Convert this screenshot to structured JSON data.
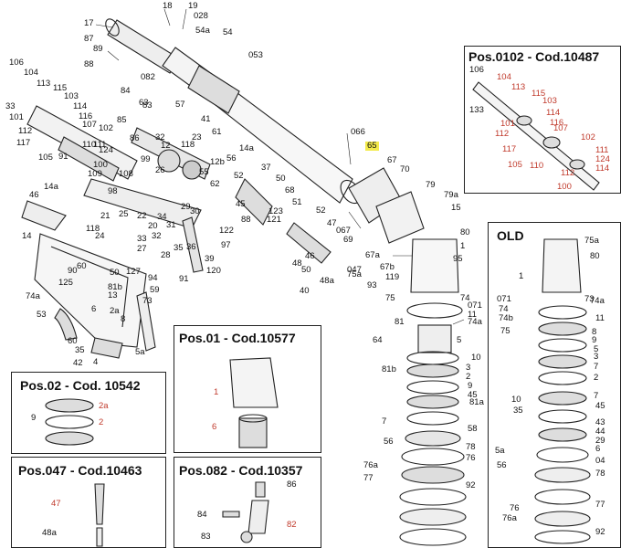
{
  "boxes": {
    "pos0102": {
      "title": "Pos.0102 - Cod.10487"
    },
    "old": {
      "title": "OLD"
    },
    "pos01": {
      "title": "Pos.01 - Cod.10577"
    },
    "pos02": {
      "title": "Pos.02 - Cod. 10542"
    },
    "pos047": {
      "title": "Pos.047 - Cod.10463"
    },
    "pos082": {
      "title": "Pos.082 - Cod.10357"
    }
  },
  "labels": {
    "main": [
      "18",
      "19",
      "028",
      "17",
      "54a",
      "54",
      "87",
      "053",
      "89",
      "88",
      "106",
      "104",
      "113",
      "115",
      "103",
      "33",
      "101",
      "114",
      "116",
      "107",
      "102",
      "112",
      "111",
      "117",
      "105",
      "91",
      "082",
      "84",
      "83",
      "85",
      "63",
      "57",
      "41",
      "86",
      "23",
      "32",
      "12",
      "118",
      "61",
      "14a",
      "110",
      "124",
      "100",
      "109",
      "98",
      "99",
      "108",
      "26",
      "55",
      "12b",
      "56",
      "62",
      "52",
      "37",
      "50",
      "68",
      "066",
      "65",
      "67",
      "70",
      "79",
      "79a",
      "15",
      "46",
      "14a",
      "14",
      "118",
      "24",
      "21",
      "25",
      "22",
      "34",
      "20",
      "30",
      "31",
      "33",
      "27",
      "32",
      "29",
      "28",
      "35",
      "36",
      "45",
      "88",
      "123",
      "121",
      "122",
      "97",
      "51",
      "52",
      "47",
      "46",
      "48",
      "50",
      "047",
      "48a",
      "40",
      "39",
      "120",
      "91",
      "067",
      "69",
      "67a",
      "67b",
      "93",
      "75a",
      "80",
      "1",
      "95",
      "119",
      "60",
      "50",
      "127",
      "90",
      "125",
      "81b",
      "94",
      "13",
      "59",
      "73",
      "74a",
      "74",
      "071",
      "11",
      "75",
      "74a",
      "81",
      "64",
      "53",
      "6",
      "2a",
      "8",
      "5",
      "10",
      "3",
      "2",
      "7",
      "9",
      "45",
      "81a",
      "81b",
      "58",
      "60",
      "35",
      "42",
      "4",
      "5a",
      "56",
      "78",
      "76",
      "76a",
      "77",
      "92"
    ],
    "pos0102": [
      "106",
      "133",
      "104",
      "113",
      "115",
      "103",
      "114",
      "116",
      "107",
      "101",
      "112",
      "102",
      "111",
      "124",
      "114",
      "117",
      "105",
      "110",
      "112",
      "100"
    ],
    "old": [
      "75a",
      "80",
      "1",
      "071",
      "73",
      "74a",
      "74",
      "74b",
      "75",
      "11",
      "8",
      "9",
      "5",
      "3",
      "7",
      "2",
      "10",
      "35",
      "7",
      "45",
      "43",
      "44",
      "29",
      "6",
      "04",
      "78",
      "5a",
      "56",
      "76",
      "76a",
      "77",
      "92"
    ],
    "pos01": [
      "1",
      "6"
    ],
    "pos02": [
      "2a",
      "2",
      "9"
    ],
    "pos047": [
      "47",
      "48a"
    ],
    "pos082": [
      "86",
      "84",
      "82",
      "83"
    ]
  },
  "colors": {
    "highlight": "#f3ea4a",
    "redLabel": "#c0392b",
    "ink": "#222222"
  }
}
